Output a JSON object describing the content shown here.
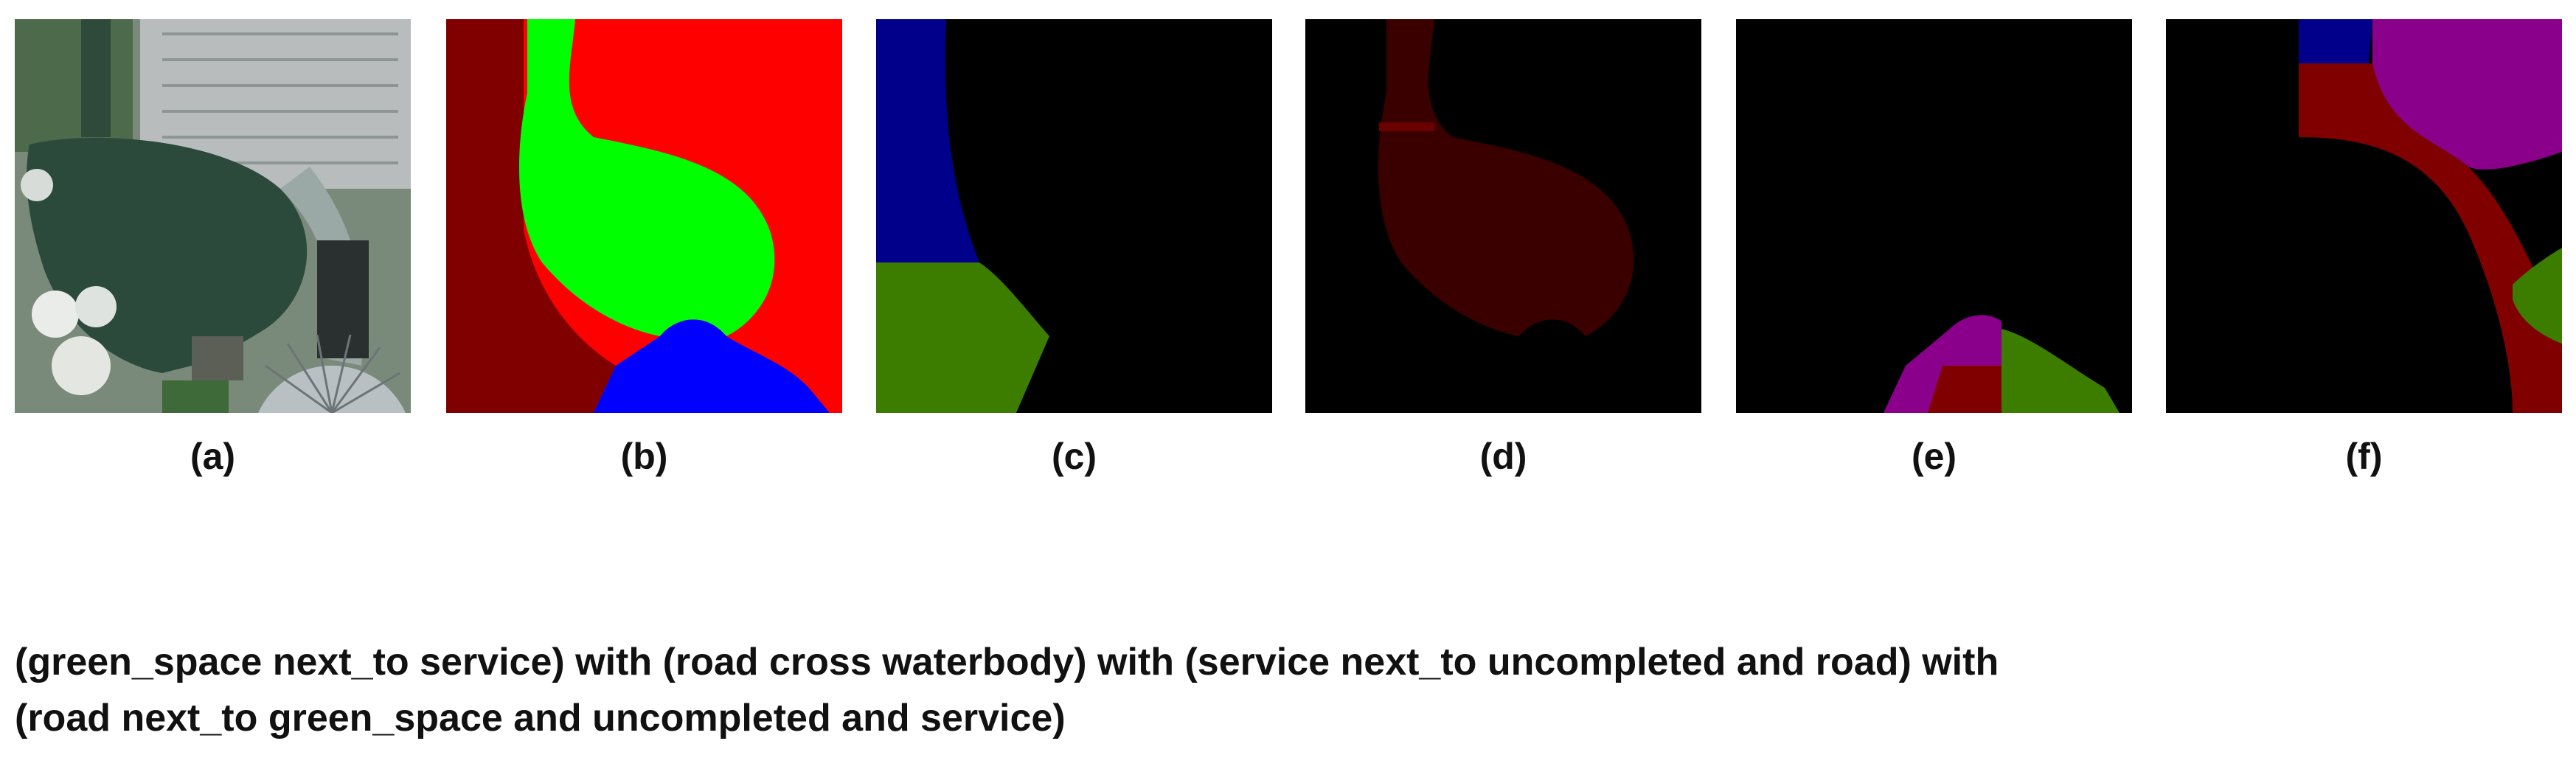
{
  "panels": [
    {
      "label": "(a)"
    },
    {
      "label": "(b)"
    },
    {
      "label": "(c)"
    },
    {
      "label": "(d)"
    },
    {
      "label": "(e)"
    },
    {
      "label": "(f)"
    }
  ],
  "caption": {
    "line1": "(green_space next_to service) with (road cross waterbody) with (service next_to uncompleted and road) with",
    "line2": "(road next_to green_space and uncompleted and service)"
  },
  "colors": {
    "dark_red": "#800000",
    "red": "#ff0000",
    "green": "#00ff00",
    "blue": "#0000ff",
    "navy": "#00008b",
    "olive_green": "#3c7d00",
    "maroon_dim": "#3a0000",
    "purple": "#8b008b",
    "black": "#000000"
  }
}
